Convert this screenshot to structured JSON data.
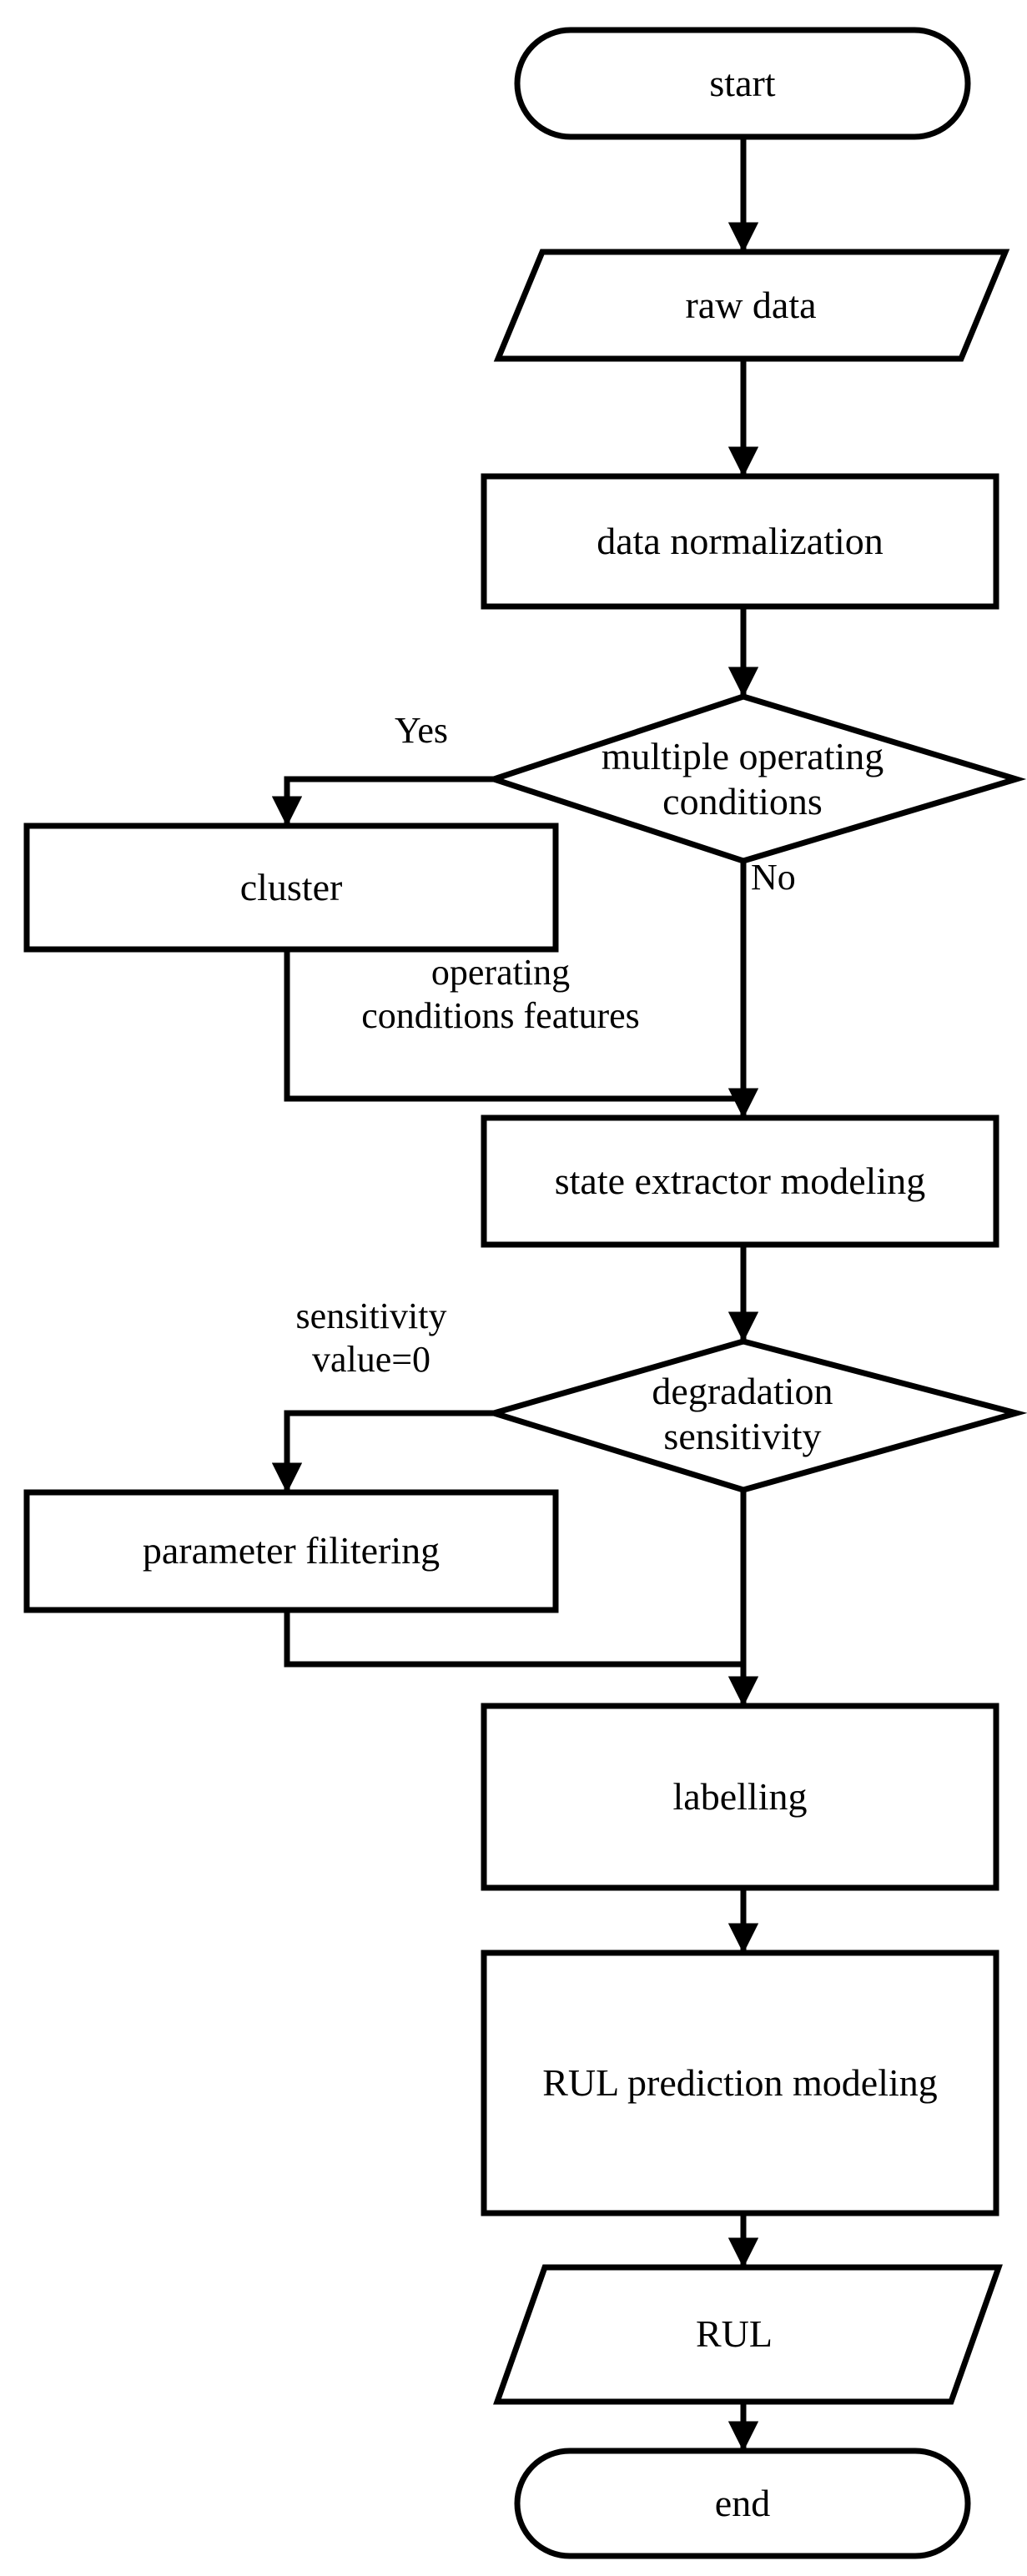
{
  "diagram": {
    "title": "RUL prediction workflow flowchart",
    "orientation": "top-to-bottom",
    "stroke_color": "#000000",
    "fill_color": "#ffffff",
    "background_color": "#ffffff"
  },
  "nodes": [
    {
      "id": "start",
      "shape": "terminator",
      "label": "start"
    },
    {
      "id": "raw_data",
      "shape": "parallelogram",
      "label": "raw data"
    },
    {
      "id": "data_norm",
      "shape": "process",
      "label": "data normalization"
    },
    {
      "id": "multi_cond",
      "shape": "decision",
      "label": "multiple operating\nconditions"
    },
    {
      "id": "cluster",
      "shape": "process",
      "label": "cluster"
    },
    {
      "id": "state_extr",
      "shape": "process",
      "label": "state extractor modeling"
    },
    {
      "id": "degradation",
      "shape": "decision",
      "label": "degradation\nsensitivity"
    },
    {
      "id": "param_filter",
      "shape": "process",
      "label": "parameter filitering"
    },
    {
      "id": "labelling",
      "shape": "process",
      "label": "labelling"
    },
    {
      "id": "rul_model",
      "shape": "process",
      "label": "RUL prediction modeling"
    },
    {
      "id": "rul",
      "shape": "parallelogram",
      "label": "RUL"
    },
    {
      "id": "end",
      "shape": "terminator",
      "label": "end"
    }
  ],
  "edge_labels": [
    {
      "id": "yes",
      "label": "Yes",
      "from": "multi_cond",
      "to": "cluster"
    },
    {
      "id": "no",
      "label": "No",
      "from": "multi_cond",
      "to": "state_extr"
    },
    {
      "id": "op_features",
      "label": "operating\nconditions features",
      "from": "cluster",
      "to": "state_extr"
    },
    {
      "id": "sensitivity_0",
      "label": "sensitivity\nvalue=0",
      "from": "degradation",
      "to": "param_filter"
    }
  ],
  "edges": [
    {
      "from": "start",
      "to": "raw_data"
    },
    {
      "from": "raw_data",
      "to": "data_norm"
    },
    {
      "from": "data_norm",
      "to": "multi_cond"
    },
    {
      "from": "multi_cond",
      "to": "cluster"
    },
    {
      "from": "multi_cond",
      "to": "state_extr"
    },
    {
      "from": "cluster",
      "to": "state_extr"
    },
    {
      "from": "state_extr",
      "to": "degradation"
    },
    {
      "from": "degradation",
      "to": "param_filter"
    },
    {
      "from": "degradation",
      "to": "labelling"
    },
    {
      "from": "param_filter",
      "to": "labelling"
    },
    {
      "from": "labelling",
      "to": "rul_model"
    },
    {
      "from": "rul_model",
      "to": "rul"
    },
    {
      "from": "rul",
      "to": "end"
    }
  ]
}
